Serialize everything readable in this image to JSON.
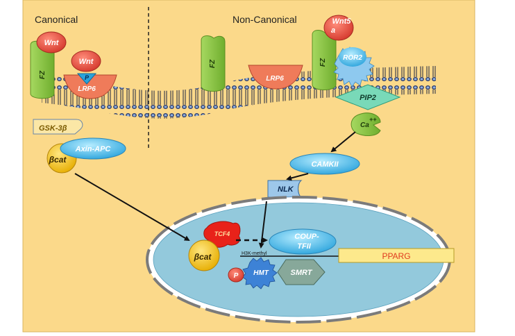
{
  "panels": {
    "canonical_title": "Canonical",
    "noncanonical_title": "Non-Canonical"
  },
  "membrane": {
    "fz_1": "FZ",
    "fz_2": "FZ",
    "fz_3": "FZ",
    "wnt_1": "Wnt",
    "wnt_2": "Wnt",
    "p_receptor": "P",
    "lrp6_1": "LRP6",
    "lrp6_2": "LRP6",
    "wnt5a_line1": "Wnt5",
    "wnt5a_line2": "a",
    "ror2": "ROR2"
  },
  "cytoplasm": {
    "gsk3b": "GSK-3β",
    "axin_apc": "Axin-APC",
    "bcat_cyto": "βcat",
    "pip2": "PIP2",
    "ca": "Ca",
    "ca_charge": "++",
    "camkii": "CAMKII",
    "nlk": "NLK"
  },
  "nucleus": {
    "tcf4": "TCF4",
    "bcat_nuc": "βcat",
    "coup_line1": "COUP-",
    "coup_line2": "TFII",
    "h3k": "H3K-methyl",
    "pparg": "PPARG",
    "p_nuc": "P",
    "hmt": "HMT",
    "smrt": "SMRT"
  },
  "colors": {
    "background": "#fbd98a",
    "receptor_green": "#8cc63f",
    "wnt_red": "#e8473d",
    "lrp6_salmon": "#ef7b5a",
    "blue_protein": "#4db6e8",
    "bcat_yellow": "#f6c613",
    "nucleus_blue": "#93c9dc",
    "pparg_text": "#e03a1e"
  }
}
